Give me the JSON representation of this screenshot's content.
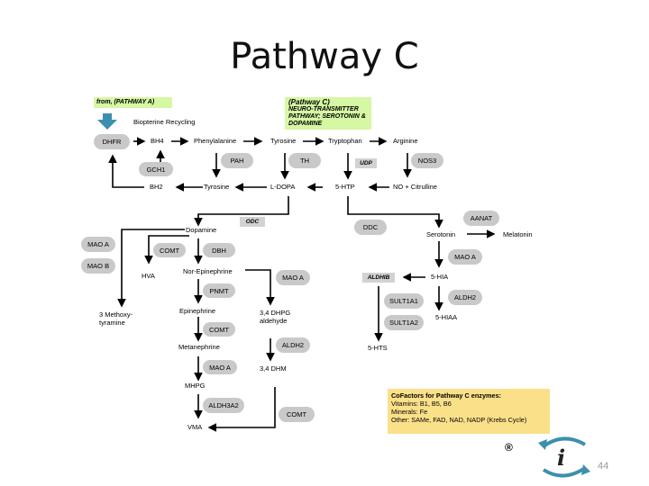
{
  "title": "Pathway C",
  "from_pathway": "from, (PATHWAY A)",
  "pathway_box": {
    "line1": "(Pathway C)",
    "line2": "NEURO-TRANSMITTER",
    "line3": "PATHWAY; SEROTONIN &",
    "line4": "DOPAMINE"
  },
  "nodes": {
    "biopterine_recycling": "Biopterine Recycling",
    "bh4": "BH4",
    "phenylalanine": "Phenylalanine",
    "tyrosine_top": "Tyrosine",
    "tryptophan": "Tryptophan",
    "arginine": "Arginine",
    "bh2": "BH2",
    "tyrosine_mid": "Tyrosine",
    "l_dopa": "L-DOPA",
    "five_htp": "5-HTP",
    "no_citrulline": "NO + Citrulline",
    "dopamine": "Dopamine",
    "hva": "HVA",
    "methoxytyramine_1": "3 Methoxy-",
    "methoxytyramine_2": "tyramine",
    "norepinephrine": "Nor-Epinephrine",
    "dhpg_1": "3,4 DHPG",
    "dhpg_2": "aldehyde",
    "epinephrine": "Epinephrine",
    "metanephrine": "Metanephrine",
    "dhm": "3,4 DHM",
    "mhpg": "MHPG",
    "vma": "VMA",
    "serotonin": "Serotonin",
    "melatonin": "Melatonin",
    "five_hia": "5-HIA",
    "five_hiaa": "5-HIAA",
    "five_hts": "5-HTS"
  },
  "enzymes": {
    "dhfr": "DHFR",
    "gch1": "GCH1",
    "pah": "PAH",
    "th": "TH",
    "nos3": "NOS3",
    "ddc": "DDC",
    "aanat": "AANAT",
    "mao_a_left": "MAO A",
    "mao_b": "MAO B",
    "comt_hva": "COMT",
    "dbh": "DBH",
    "mao_a_ne": "MAO A",
    "pnmt": "PNMT",
    "comt_epi": "COMT",
    "aldh2_dhm": "ALDH2",
    "mao_a_met": "MAO A",
    "aldh3a2": "ALDH3A2",
    "comt_vma": "COMT",
    "mao_a_ser": "MAO A",
    "aldh2_hia": "ALDH2",
    "sult1a1": "SULT1A1",
    "sult1a2": "SULT1A2"
  },
  "tags": {
    "udp": "UDP",
    "odc": "ODC",
    "aldhib": "ALDHIB"
  },
  "cofactors": {
    "heading": "CoFactors for Pathway C enzymes:",
    "vitamins": "Vitamins: B1, B5, B6",
    "minerals": "Minerals: Fe",
    "other": "Other: SAMe, FAD, NAD, NADP (Krebs Cycle)"
  },
  "logo_letter": "i",
  "registered": "®",
  "page_number": "44",
  "colors": {
    "arrow_blue": "#3d8fb0",
    "pill_gray": "#c9c9c9",
    "green_box": "#d6f7a3",
    "yellow_box": "#fbe08a"
  }
}
